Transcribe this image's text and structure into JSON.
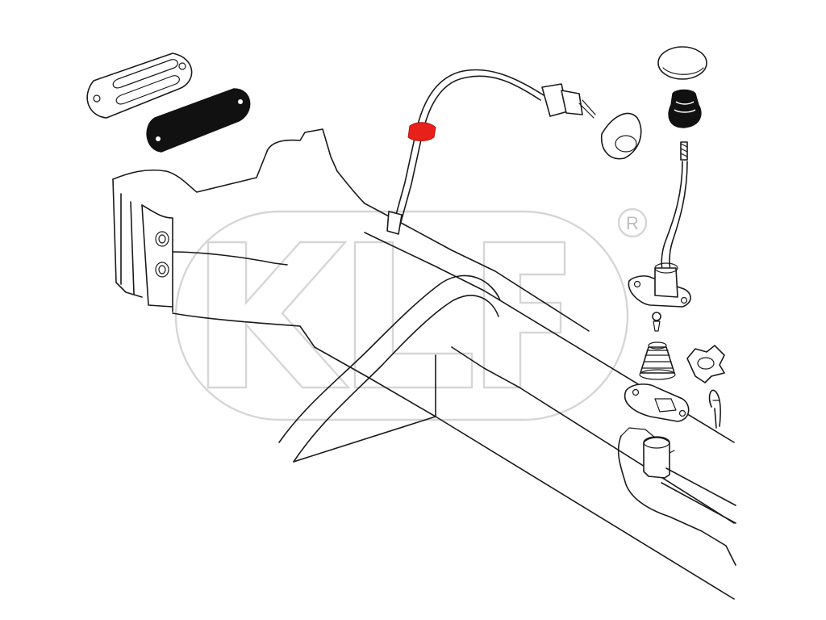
{
  "diagram": {
    "watermark": {
      "text": "KLF",
      "registered_mark": "R"
    },
    "colors": {
      "line": "#1a1a1a",
      "highlight": "#e8201c",
      "gasket": "#111111",
      "watermark": "#cfcfcf",
      "background": "#ffffff"
    },
    "parts": [
      {
        "id": "tunnel-cover-plate",
        "icon": "oval-slotted-plate"
      },
      {
        "id": "tunnel-cover-gasket",
        "icon": "oval-black-gasket"
      },
      {
        "id": "throttle-cable-tube",
        "icon": "curved-tube"
      },
      {
        "id": "cable-clamp",
        "icon": "red-clamp",
        "highlighted": true
      },
      {
        "id": "cable-connector",
        "icon": "threaded-end"
      },
      {
        "id": "cable-boot",
        "icon": "rubber-boot"
      },
      {
        "id": "shift-knob",
        "icon": "round-knob"
      },
      {
        "id": "shift-boot-ring",
        "icon": "rubber-cap"
      },
      {
        "id": "shift-lever",
        "icon": "lever-rod"
      },
      {
        "id": "lever-base-plate",
        "icon": "flanged-plate"
      },
      {
        "id": "ball-pin",
        "icon": "small-pin"
      },
      {
        "id": "lever-spring",
        "icon": "coil-spring"
      },
      {
        "id": "star-knob",
        "icon": "star-knob"
      },
      {
        "id": "guide-plate",
        "icon": "stop-plate"
      },
      {
        "id": "locking-pin",
        "icon": "split-pin"
      },
      {
        "id": "shift-rod",
        "icon": "rod"
      }
    ]
  }
}
